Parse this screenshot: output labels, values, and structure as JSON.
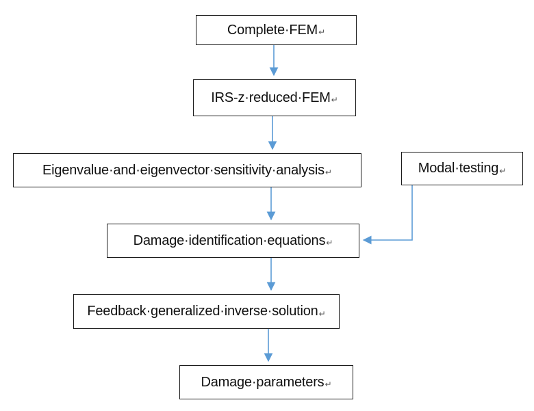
{
  "flowchart": {
    "para_mark": "↵",
    "nodes": [
      {
        "id": "complete-fem",
        "label": "Complete·FEM"
      },
      {
        "id": "irs-reduced-fem",
        "label": "IRS-z·reduced·FEM"
      },
      {
        "id": "sensitivity-analysis",
        "label": "Eigenvalue·and·eigenvector·sensitivity·analysis"
      },
      {
        "id": "modal-testing",
        "label": "Modal·testing"
      },
      {
        "id": "damage-equations",
        "label": "Damage·identification·equations"
      },
      {
        "id": "inverse-solution",
        "label": "Feedback·generalized·inverse·solution"
      },
      {
        "id": "damage-parameters",
        "label": "Damage·parameters"
      }
    ],
    "edges": [
      {
        "from": "complete-fem",
        "to": "irs-reduced-fem"
      },
      {
        "from": "irs-reduced-fem",
        "to": "sensitivity-analysis"
      },
      {
        "from": "sensitivity-analysis",
        "to": "damage-equations"
      },
      {
        "from": "modal-testing",
        "to": "damage-equations"
      },
      {
        "from": "damage-equations",
        "to": "inverse-solution"
      },
      {
        "from": "inverse-solution",
        "to": "damage-parameters"
      }
    ],
    "colors": {
      "arrow": "#5b9bd5",
      "border": "#1a1a1a",
      "text": "#111111"
    }
  }
}
